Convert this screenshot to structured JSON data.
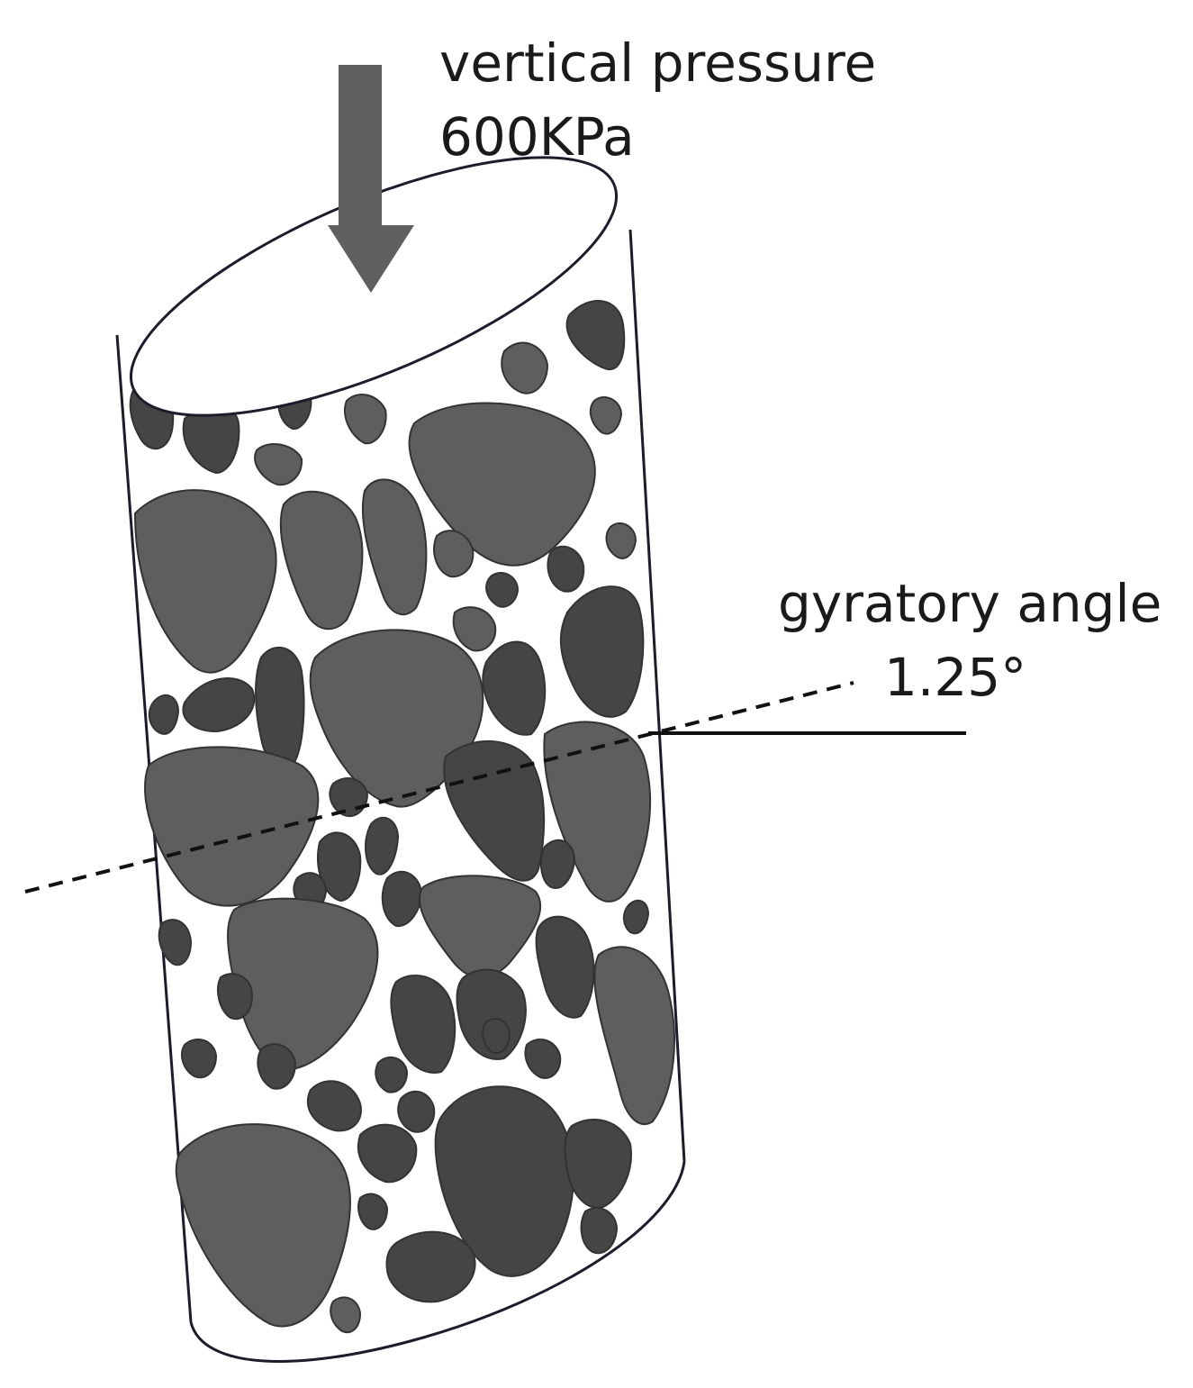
{
  "labels": {
    "pressure_title": "vertical pressure",
    "pressure_value": "600KPa",
    "angle_title": "gyratory angle",
    "angle_value": "1.25°"
  },
  "colors": {
    "outline": "#1c1c2a",
    "aggregate_dark": "#454545",
    "aggregate_medium": "#5e5e5e",
    "arrow": "#5f5f5f",
    "background": "#ffffff"
  },
  "icons": [
    "down-arrow-icon"
  ]
}
